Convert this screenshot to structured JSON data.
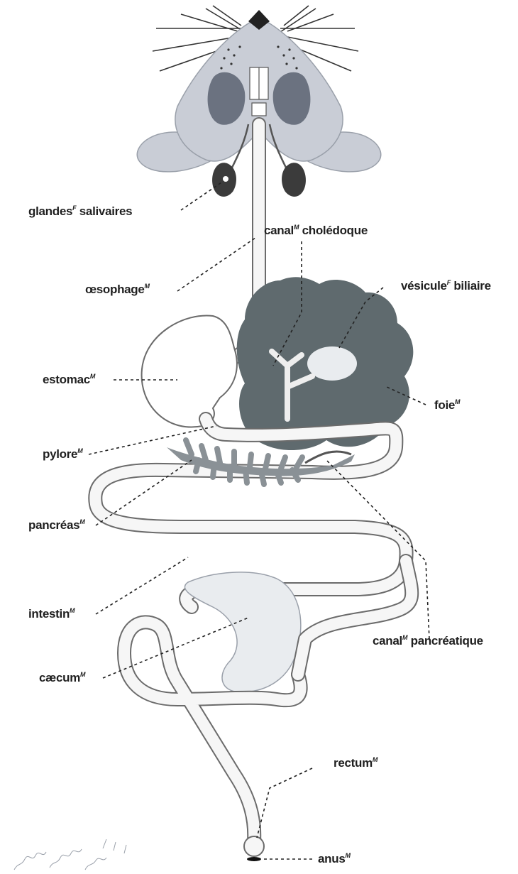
{
  "labels": [
    {
      "key": "glandes",
      "text": "glandes",
      "sup": "F",
      "rest": " salivaires"
    },
    {
      "key": "oesophage",
      "text": "œsophage",
      "sup": "M"
    },
    {
      "key": "estomac",
      "text": "estomac",
      "sup": "M"
    },
    {
      "key": "pylore",
      "text": "pylore",
      "sup": "M"
    },
    {
      "key": "pancreas",
      "text": "pancréas",
      "sup": "M"
    },
    {
      "key": "intestin",
      "text": "intestin",
      "sup": "M"
    },
    {
      "key": "caecum",
      "text": "cæcum",
      "sup": "M"
    },
    {
      "key": "canal_choledoque",
      "text": "canal",
      "sup": "M",
      "rest": " cholédoque"
    },
    {
      "key": "vesicule",
      "text": "vésicule",
      "sup": "F",
      "rest": " biliaire"
    },
    {
      "key": "foie",
      "text": "foie",
      "sup": "M"
    },
    {
      "key": "canal_pancreatique",
      "text": "canal",
      "sup": "M",
      "rest": " pancréatique"
    },
    {
      "key": "rectum",
      "text": "rectum",
      "sup": "M"
    },
    {
      "key": "anus",
      "text": "anus",
      "sup": "M"
    }
  ],
  "colors": {
    "head": "#c9cdd6",
    "head_dark": "#6b7280",
    "liver": "#5f6a6e",
    "tube_outline": "#6b6b6b",
    "pancreas": "#8a9196",
    "caecum": "#e9ecef"
  }
}
